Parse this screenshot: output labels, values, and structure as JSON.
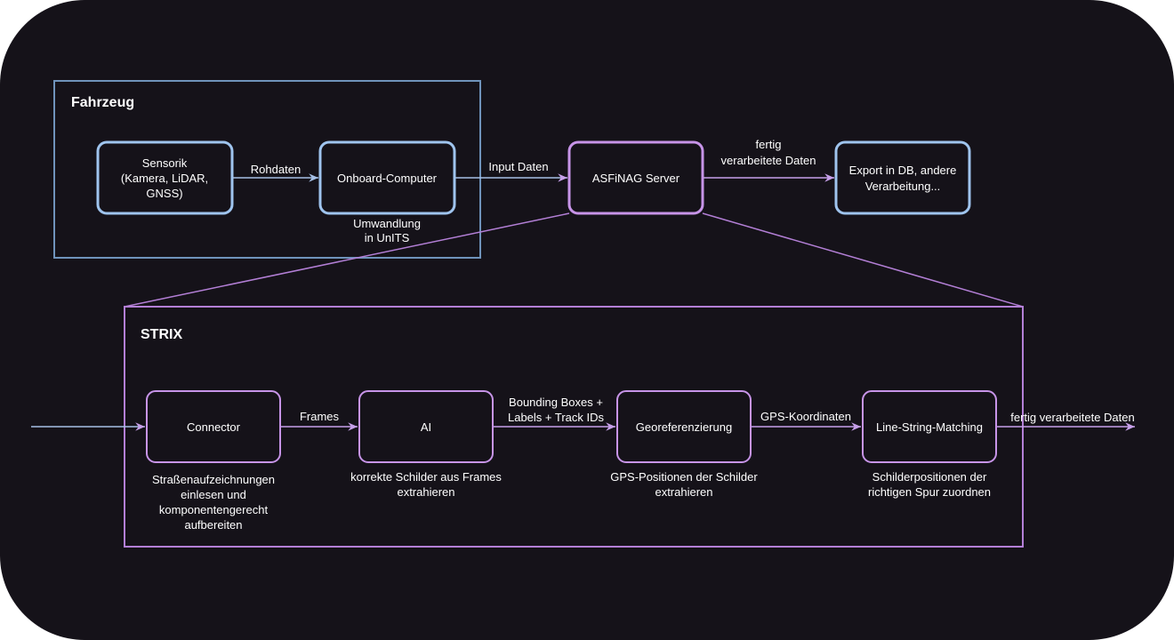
{
  "colors": {
    "background": "#151219",
    "blue_stroke": "#9fc4ee",
    "frame_blue": "#6f93bb",
    "purple_stroke": "#c794e8",
    "frame_purple": "#b37fd6",
    "edge_blue": "#a6c0e6",
    "edge_purple": "#c7a0ea",
    "text": "#ffffff",
    "node_fill": "#151219"
  },
  "groups": {
    "fahrzeug": {
      "title": "Fahrzeug"
    },
    "strix": {
      "title": "STRIX"
    }
  },
  "nodes": {
    "sensorik": {
      "lines": [
        "Sensorik",
        "(Kamera, LiDAR,",
        "GNSS)"
      ]
    },
    "onboard": {
      "label": "Onboard-Computer"
    },
    "server": {
      "label": "ASFiNAG Server"
    },
    "export": {
      "lines": [
        "Export in DB, andere",
        "Verarbeitung..."
      ]
    },
    "connector": {
      "label": "Connector"
    },
    "ai": {
      "label": "AI"
    },
    "georef": {
      "label": "Georeferenzierung"
    },
    "lsm": {
      "label": "Line-String-Matching"
    }
  },
  "edges": {
    "rohdaten": "Rohdaten",
    "input_daten": "Input Daten",
    "fertig_top": [
      "fertig",
      "verarbeitete Daten"
    ],
    "frames": "Frames",
    "bbox": [
      "Bounding Boxes +",
      "Labels + Track IDs"
    ],
    "gps": "GPS-Koordinaten",
    "fertig_out": "fertig verarbeitete Daten"
  },
  "notes": {
    "onboard": [
      "Umwandlung",
      "in UnITS"
    ],
    "connector": [
      "Straßenaufzeichnungen",
      "einlesen und",
      "komponentengerecht",
      "aufbereiten"
    ],
    "ai": [
      "korrekte Schilder aus Frames",
      "extrahieren"
    ],
    "georef": [
      "GPS-Positionen der Schilder",
      "extrahieren"
    ],
    "lsm": [
      "Schilderpositionen der",
      "richtigen Spur zuordnen"
    ]
  }
}
